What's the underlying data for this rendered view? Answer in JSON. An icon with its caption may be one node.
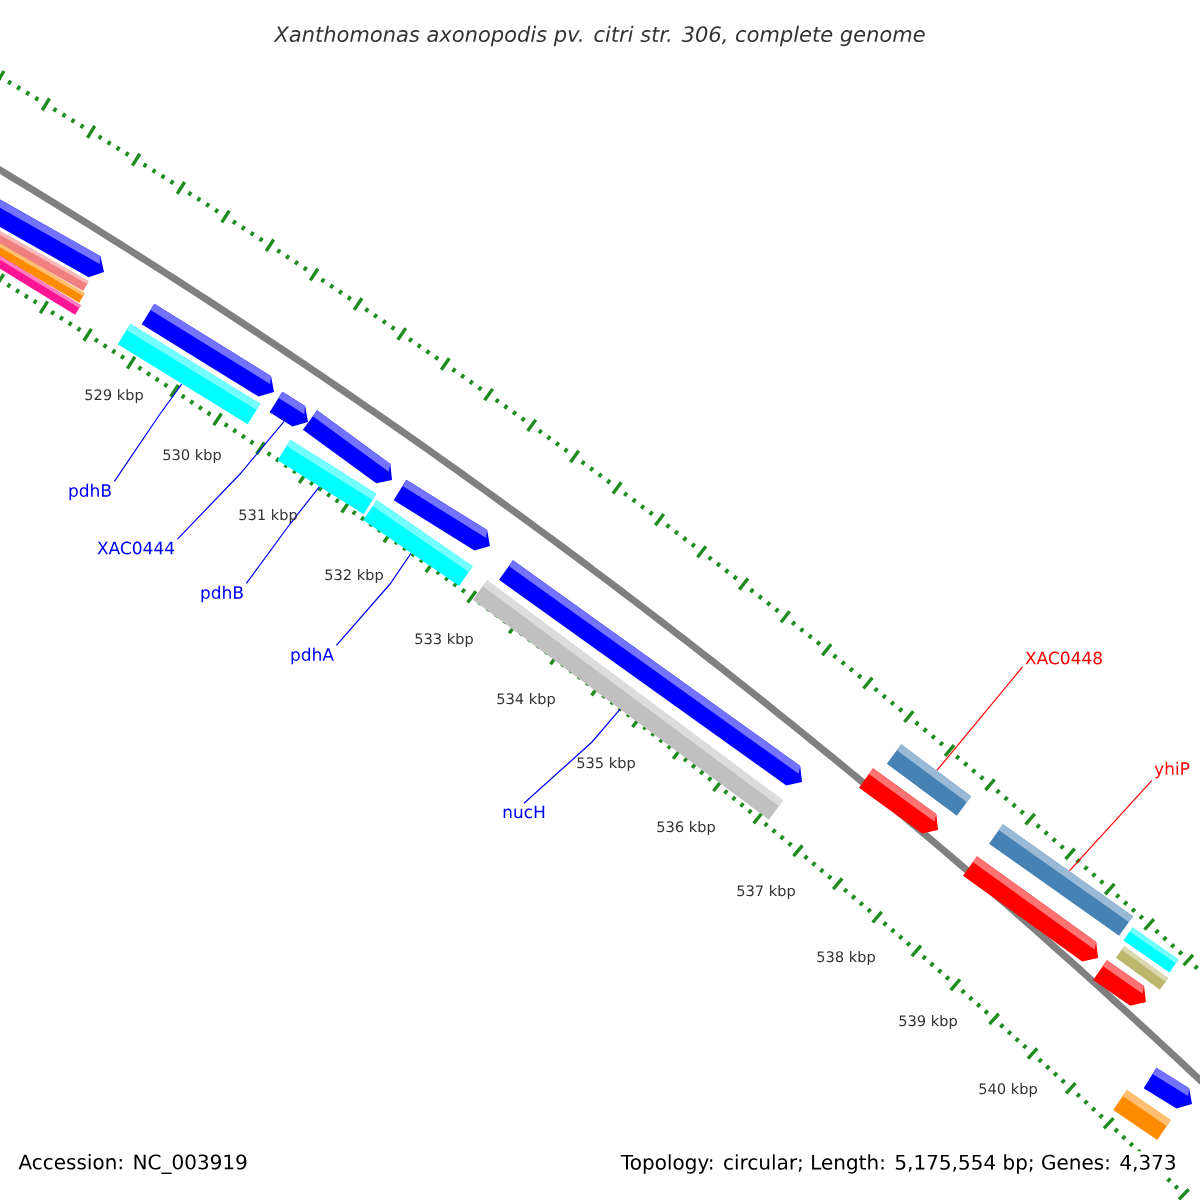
{
  "diagram": {
    "title": "Xanthomonas axonopodis pv. citri str. 306, complete genome",
    "nodes": [
      {
        "text": [
          "pdhB"
        ]
      },
      {
        "text": [
          "XAC0444"
        ]
      },
      {
        "text": [
          "pdhB"
        ]
      },
      {
        "text": [
          "pdhA"
        ]
      },
      {
        "text": [
          "nucH"
        ]
      },
      {
        "text": [
          "XAC0448"
        ]
      },
      {
        "text": [
          "yhiP"
        ]
      },
      {
        "text": [],
        "shape": "pentagon"
      },
      {
        "text": [],
        "shape": "bar"
      },
      {
        "text": [],
        "shape": "bar"
      },
      {
        "text": [],
        "shape": "bar"
      },
      {
        "text": [],
        "shape": "pentagon"
      },
      {
        "text": [],
        "shape": "bar"
      },
      {
        "text": [],
        "shape": "pentagon"
      },
      {
        "text": [],
        "shape": "bar"
      },
      {
        "text": [],
        "shape": "pentagon"
      },
      {
        "text": [],
        "shape": "bar"
      },
      {
        "text": [],
        "shape": "pentagon"
      },
      {
        "text": [],
        "shape": "pentagon"
      },
      {
        "text": [],
        "shape": "bar"
      },
      {
        "text": [],
        "shape": "pentagon"
      },
      {
        "text": [],
        "shape": "bar"
      },
      {
        "text": [],
        "shape": "pentagon"
      },
      {
        "text": [],
        "shape": "bar"
      },
      {
        "text": [],
        "shape": "pentagon"
      },
      {
        "text": [],
        "shape": "bar"
      },
      {
        "text": [],
        "shape": "bar"
      },
      {
        "text": [],
        "shape": "pentagon"
      },
      {
        "text": [],
        "shape": "bar"
      }
    ],
    "edges": [
      {
        "from": 0,
        "to": 12,
        "arrow": "none"
      },
      {
        "from": 1,
        "to": 13,
        "arrow": "none"
      },
      {
        "from": 2,
        "to": 14,
        "arrow": "none"
      },
      {
        "from": 3,
        "to": 16,
        "arrow": "none"
      },
      {
        "from": 4,
        "to": 19,
        "arrow": "none"
      },
      {
        "from": 5,
        "to": 21,
        "arrow": "none",
        "color": "#ff0000"
      },
      {
        "from": 6,
        "to": 23,
        "arrow": "none",
        "color": "#ff0000"
      }
    ],
    "labels": [
      "529 kbp",
      "530 kbp",
      "531 kbp",
      "532 kbp",
      "533 kbp",
      "534 kbp",
      "535 kbp",
      "536 kbp",
      "537 kbp",
      "538 kbp",
      "539 kbp",
      "540 kbp",
      "Accession: NC_003919",
      "Topology: circular; Length: 5,175,554 bp; Genes: 4,373"
    ]
  }
}
